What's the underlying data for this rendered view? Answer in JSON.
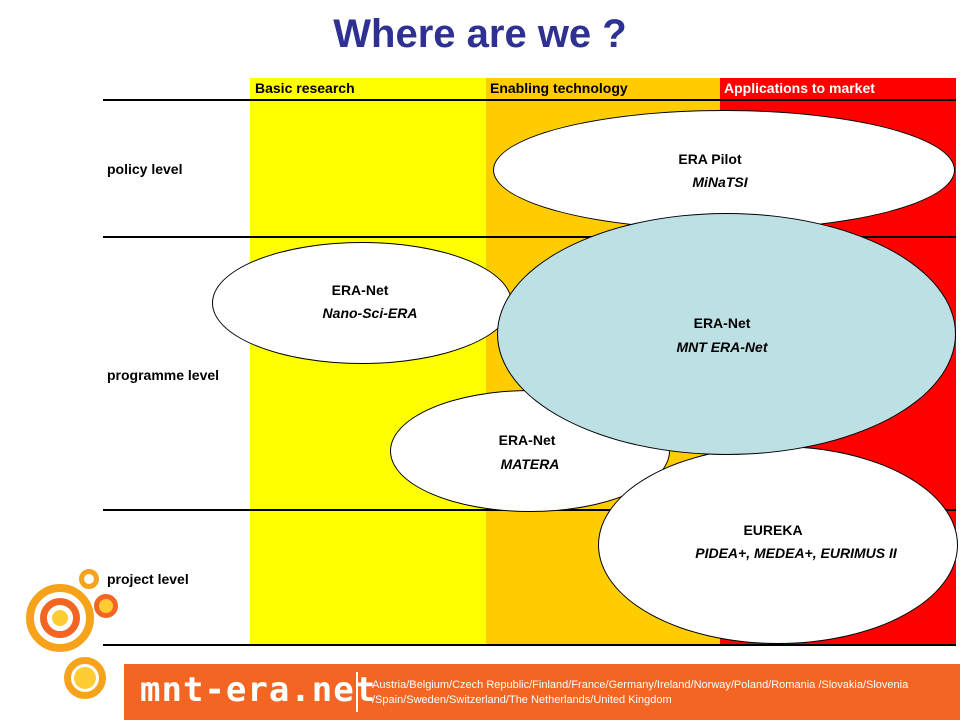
{
  "title": "Where are we ?",
  "columns": [
    {
      "label": "Basic research",
      "color": "#ffff00"
    },
    {
      "label": "Enabling technology",
      "color": "#ffcc00"
    },
    {
      "label": "Applications to market",
      "color": "#ff0000"
    }
  ],
  "rows": [
    {
      "label": "policy level"
    },
    {
      "label": "programme level"
    },
    {
      "label": "project level"
    }
  ],
  "nodes": [
    {
      "title": "ERA Pilot",
      "subtitle": "MiNaTSI"
    },
    {
      "title": "ERA-Net",
      "subtitle": "Nano-Sci-ERA"
    },
    {
      "title": "ERA-Net",
      "subtitle": "MATERA"
    },
    {
      "title": "ERA-Net",
      "subtitle": "MNT ERA-Net",
      "fill": "#bde0e4"
    },
    {
      "title": "EUREKA",
      "subtitle": "PIDEA+,  MEDEA+,  EURIMUS  II"
    }
  ],
  "footer": {
    "logo": "mnt-era.net",
    "countries_line1": "Austria/Belgium/Czech Republic/Finland/France/Germany/Ireland/Norway/Poland/Romania /Slovakia/Slovenia",
    "countries_line2": "/Spain/Sweden/Switzerland/The Netherlands/United Kingdom",
    "color": "#f26522"
  },
  "decor_icon": "orange-rings-logo"
}
